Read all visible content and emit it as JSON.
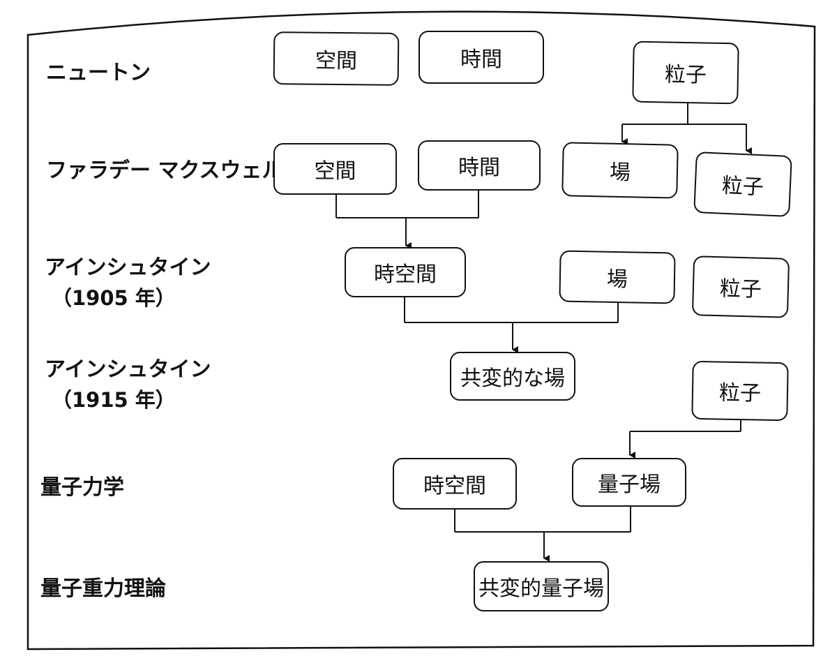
{
  "rows": {
    "newton": "ニュートン",
    "faraday_maxwell": "ファラデー マクスウェル",
    "einstein_1905": "アインシュタイン",
    "einstein_1905_year": "（1905 年）",
    "einstein_1915": "アインシュタイン",
    "einstein_1915_year": "（1915 年）",
    "quantum_mechanics": "量子力学",
    "quantum_gravity": "量子重力理論"
  },
  "nodes": {
    "newton_space": "空間",
    "newton_time": "時間",
    "newton_particle": "粒子",
    "fm_space": "空間",
    "fm_time": "時間",
    "fm_field": "場",
    "fm_particle": "粒子",
    "e1905_spacetime": "時空間",
    "e1905_field": "場",
    "e1905_particle": "粒子",
    "e1915_covariant_field": "共変的な場",
    "e1915_particle": "粒子",
    "qm_spacetime": "時空間",
    "qm_quantum_field": "量子場",
    "qg_covariant_quantum_field": "共変的量子場"
  }
}
